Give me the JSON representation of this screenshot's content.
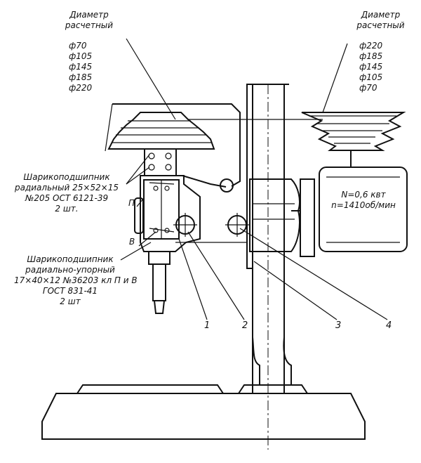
{
  "left_pulley": {
    "title_1": "Диаметр",
    "title_2": "расчетный",
    "d1": "ф70",
    "d2": "ф105",
    "d3": "ф145",
    "d4": "ф185",
    "d5": "ф220"
  },
  "right_pulley": {
    "title_1": "Диаметр",
    "title_2": "расчетный",
    "d1": "ф220",
    "d2": "ф185",
    "d3": "ф145",
    "d4": "ф105",
    "d5": "ф70"
  },
  "motor": {
    "power": "N=0,6 квт",
    "speed": "n=1410об/мин"
  },
  "bearing_1": {
    "line1": "Шарикоподшипник",
    "line2": "радиальный 25×52×15",
    "line3": "№205 ОСТ 6121-39",
    "line4": "2 шт."
  },
  "bearing_2": {
    "line1": "Шарикоподшипник",
    "line2": "радиально-упорный",
    "line3": "17×40×12 №36203 кл П и В",
    "line4": "ГОСТ 831-41",
    "line5": "2 шт"
  },
  "markers": {
    "p": "П",
    "v": "В"
  },
  "callouts": [
    "1",
    "2",
    "3",
    "4"
  ]
}
